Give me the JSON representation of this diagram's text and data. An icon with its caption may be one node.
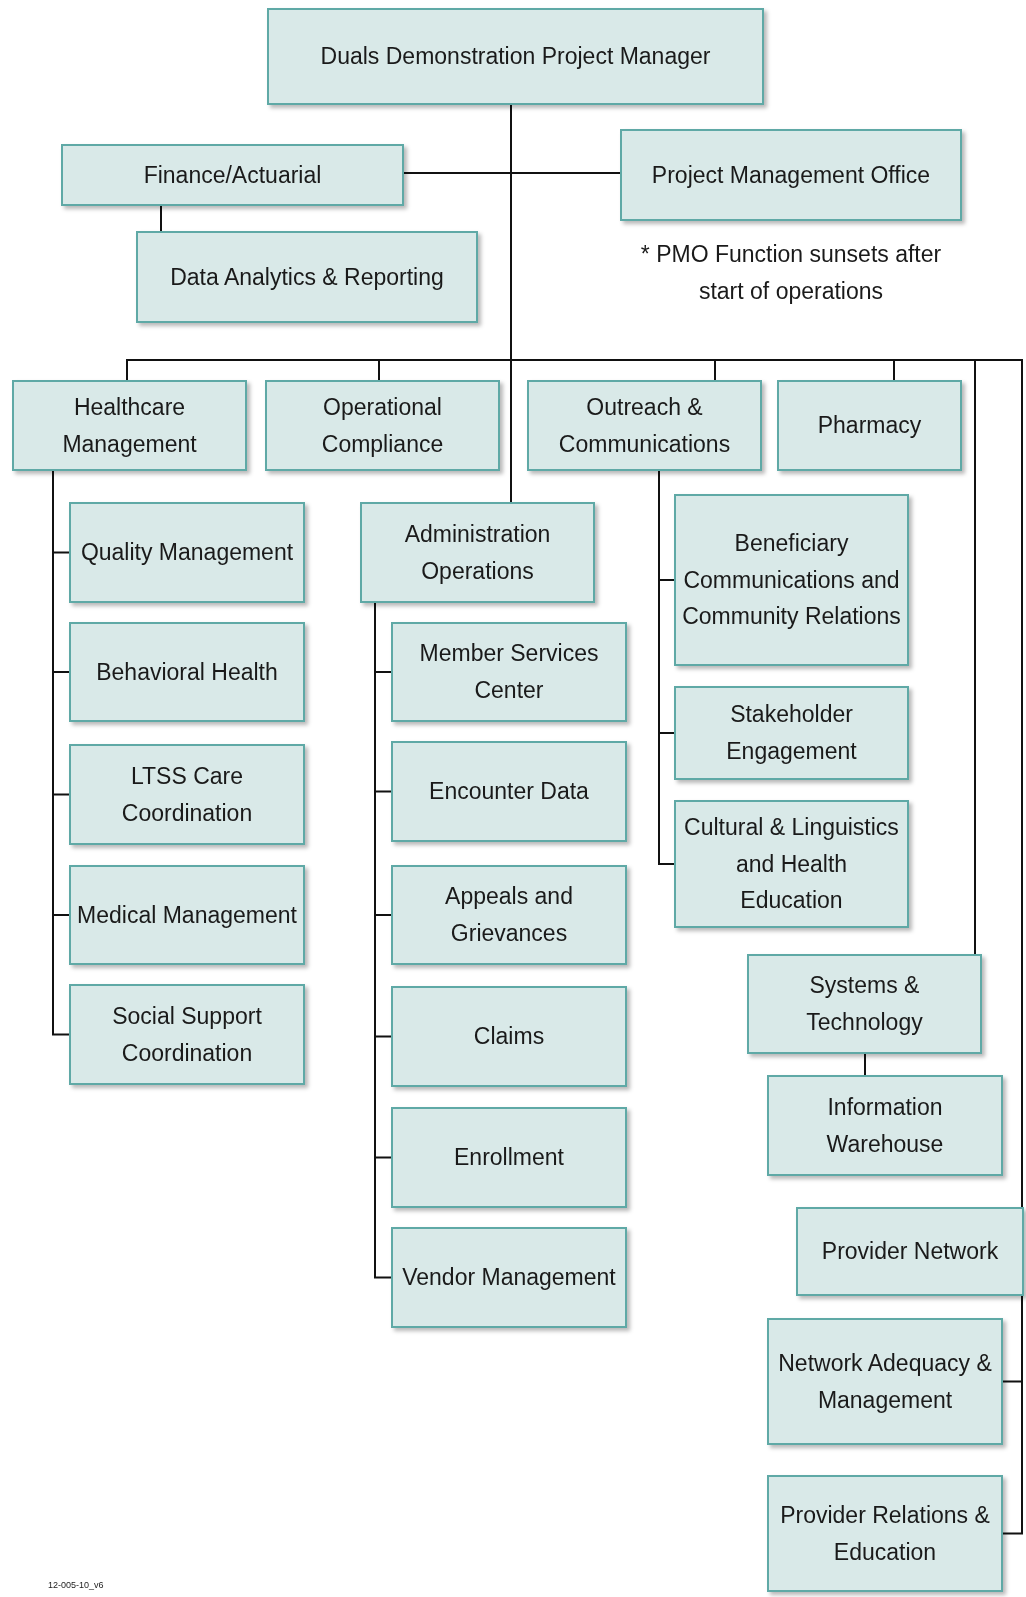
{
  "diagram": {
    "nodes": [
      {
        "text": [
          "Duals Demonstration Project Manager"
        ]
      },
      {
        "text": [
          "Finance/Actuarial"
        ]
      },
      {
        "text": [
          "Project Management Office"
        ],
        "beside": [
          "* PMO Function sunsets after start of operations"
        ]
      },
      {
        "text": [
          "Data Analytics & Reporting"
        ]
      },
      {
        "text": [
          "Healthcare Management"
        ]
      },
      {
        "text": [
          "Operational Compliance"
        ]
      },
      {
        "text": [
          "Outreach & Communications"
        ]
      },
      {
        "text": [
          "Pharmacy"
        ]
      },
      {
        "text": [
          "Quality Management"
        ]
      },
      {
        "text": [
          "Behavioral Health"
        ]
      },
      {
        "text": [
          "LTSS Care Coordination"
        ]
      },
      {
        "text": [
          "Medical Management"
        ]
      },
      {
        "text": [
          "Social Support Coordination"
        ]
      },
      {
        "text": [
          "Administration Operations"
        ]
      },
      {
        "text": [
          "Member Services Center"
        ]
      },
      {
        "text": [
          "Encounter Data"
        ]
      },
      {
        "text": [
          "Appeals and Grievances"
        ]
      },
      {
        "text": [
          "Claims"
        ]
      },
      {
        "text": [
          "Enrollment"
        ]
      },
      {
        "text": [
          "Vendor Management"
        ]
      },
      {
        "text": [
          "Beneficiary Communications and Community Relations"
        ]
      },
      {
        "text": [
          "Stakeholder Engagement"
        ]
      },
      {
        "text": [
          "Cultural & Linguistics and Health Education"
        ]
      },
      {
        "text": [
          "Systems & Technology"
        ]
      },
      {
        "text": [
          "Information Warehouse"
        ]
      },
      {
        "text": [
          "Provider Network"
        ]
      },
      {
        "text": [
          "Network Adequacy & Management"
        ]
      },
      {
        "text": [
          "Provider Relations & Education"
        ]
      }
    ],
    "edges": [
      {
        "from": 0,
        "to": 1,
        "arrow": "none"
      },
      {
        "from": 0,
        "to": 2,
        "arrow": "none"
      },
      {
        "from": 1,
        "to": 3,
        "arrow": "none"
      },
      {
        "from": 0,
        "to": 4,
        "arrow": "none"
      },
      {
        "from": 0,
        "to": 5,
        "arrow": "none"
      },
      {
        "from": 0,
        "to": 6,
        "arrow": "none"
      },
      {
        "from": 0,
        "to": 7,
        "arrow": "none"
      },
      {
        "from": 0,
        "to": 13,
        "arrow": "none"
      },
      {
        "from": 0,
        "to": 23,
        "arrow": "none"
      },
      {
        "from": 0,
        "to": 25,
        "arrow": "none"
      },
      {
        "from": 4,
        "to": 8,
        "arrow": "none"
      },
      {
        "from": 4,
        "to": 9,
        "arrow": "none"
      },
      {
        "from": 4,
        "to": 10,
        "arrow": "none"
      },
      {
        "from": 4,
        "to": 11,
        "arrow": "none"
      },
      {
        "from": 4,
        "to": 12,
        "arrow": "none"
      },
      {
        "from": 13,
        "to": 14,
        "arrow": "none"
      },
      {
        "from": 13,
        "to": 15,
        "arrow": "none"
      },
      {
        "from": 13,
        "to": 16,
        "arrow": "none"
      },
      {
        "from": 13,
        "to": 17,
        "arrow": "none"
      },
      {
        "from": 13,
        "to": 18,
        "arrow": "none"
      },
      {
        "from": 13,
        "to": 19,
        "arrow": "none"
      },
      {
        "from": 6,
        "to": 20,
        "arrow": "none"
      },
      {
        "from": 6,
        "to": 21,
        "arrow": "none"
      },
      {
        "from": 6,
        "to": 22,
        "arrow": "none"
      },
      {
        "from": 23,
        "to": 24,
        "arrow": "none"
      },
      {
        "from": 25,
        "to": 26,
        "arrow": "none"
      },
      {
        "from": 25,
        "to": 27,
        "arrow": "none"
      }
    ],
    "labels": [
      "12-005-10_v6"
    ]
  }
}
